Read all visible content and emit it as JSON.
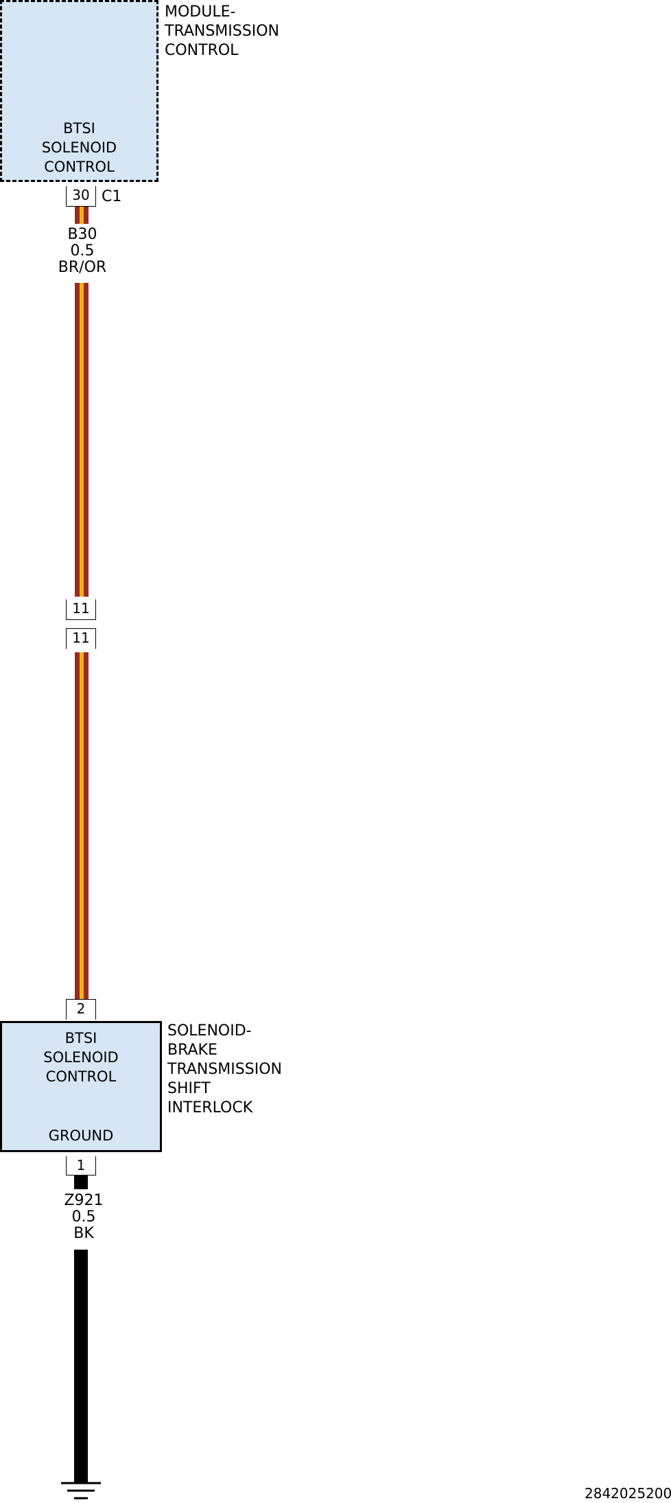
{
  "module": {
    "name_lines": [
      "MODULE-",
      "TRANSMISSION",
      "CONTROL"
    ],
    "circuit_lines": [
      "BTSI",
      "SOLENOID",
      "CONTROL"
    ],
    "pin": "30",
    "connector": "C1"
  },
  "wire_upper": {
    "circuit": "B30",
    "gauge": "0.5",
    "color_code": "BR/OR",
    "colors": {
      "base": "#9b2a24",
      "stripe": "#f0b020"
    }
  },
  "inline_connector": {
    "pin_male": "11",
    "pin_female": "11"
  },
  "solenoid": {
    "name_lines": [
      "SOLENOID-",
      "BRAKE",
      "TRANSMISSION",
      "SHIFT",
      "INTERLOCK"
    ],
    "circuit_lines": [
      "BTSI",
      "SOLENOID",
      "CONTROL"
    ],
    "ground_label": "GROUND",
    "pin_in": "2",
    "pin_out": "1"
  },
  "wire_ground": {
    "circuit": "Z921",
    "gauge": "0.5",
    "color_code": "BK",
    "colors": {
      "base": "#000000"
    }
  },
  "ground_symbol": "ground-icon",
  "diagram_id": "2842025200",
  "colors": {
    "component_fill": "#d6e6f5"
  }
}
